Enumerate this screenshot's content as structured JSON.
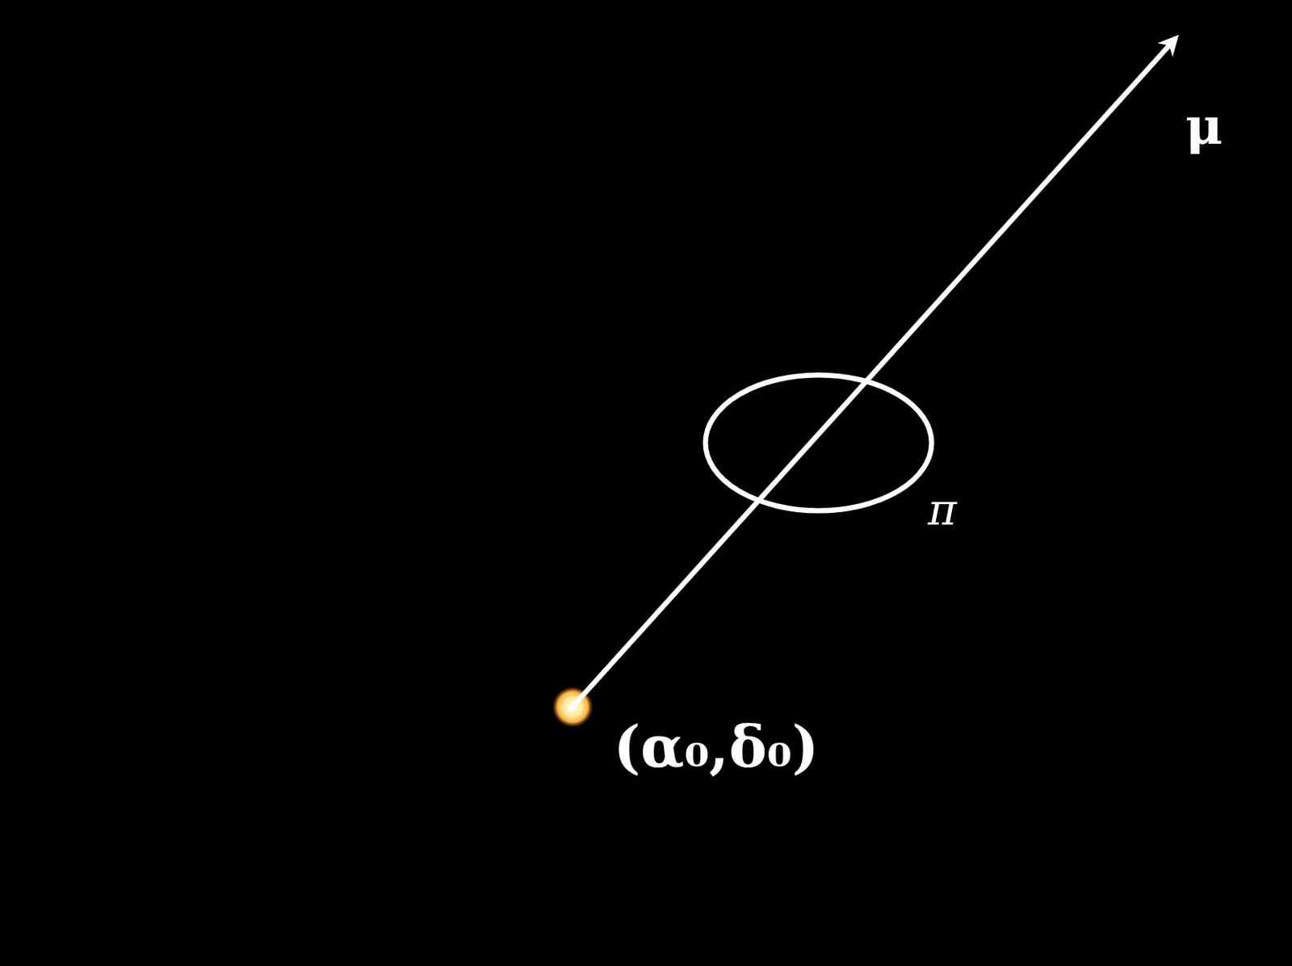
{
  "diagram": {
    "labels": [
      "(α₀,δ₀)",
      "μ",
      "π"
    ]
  }
}
